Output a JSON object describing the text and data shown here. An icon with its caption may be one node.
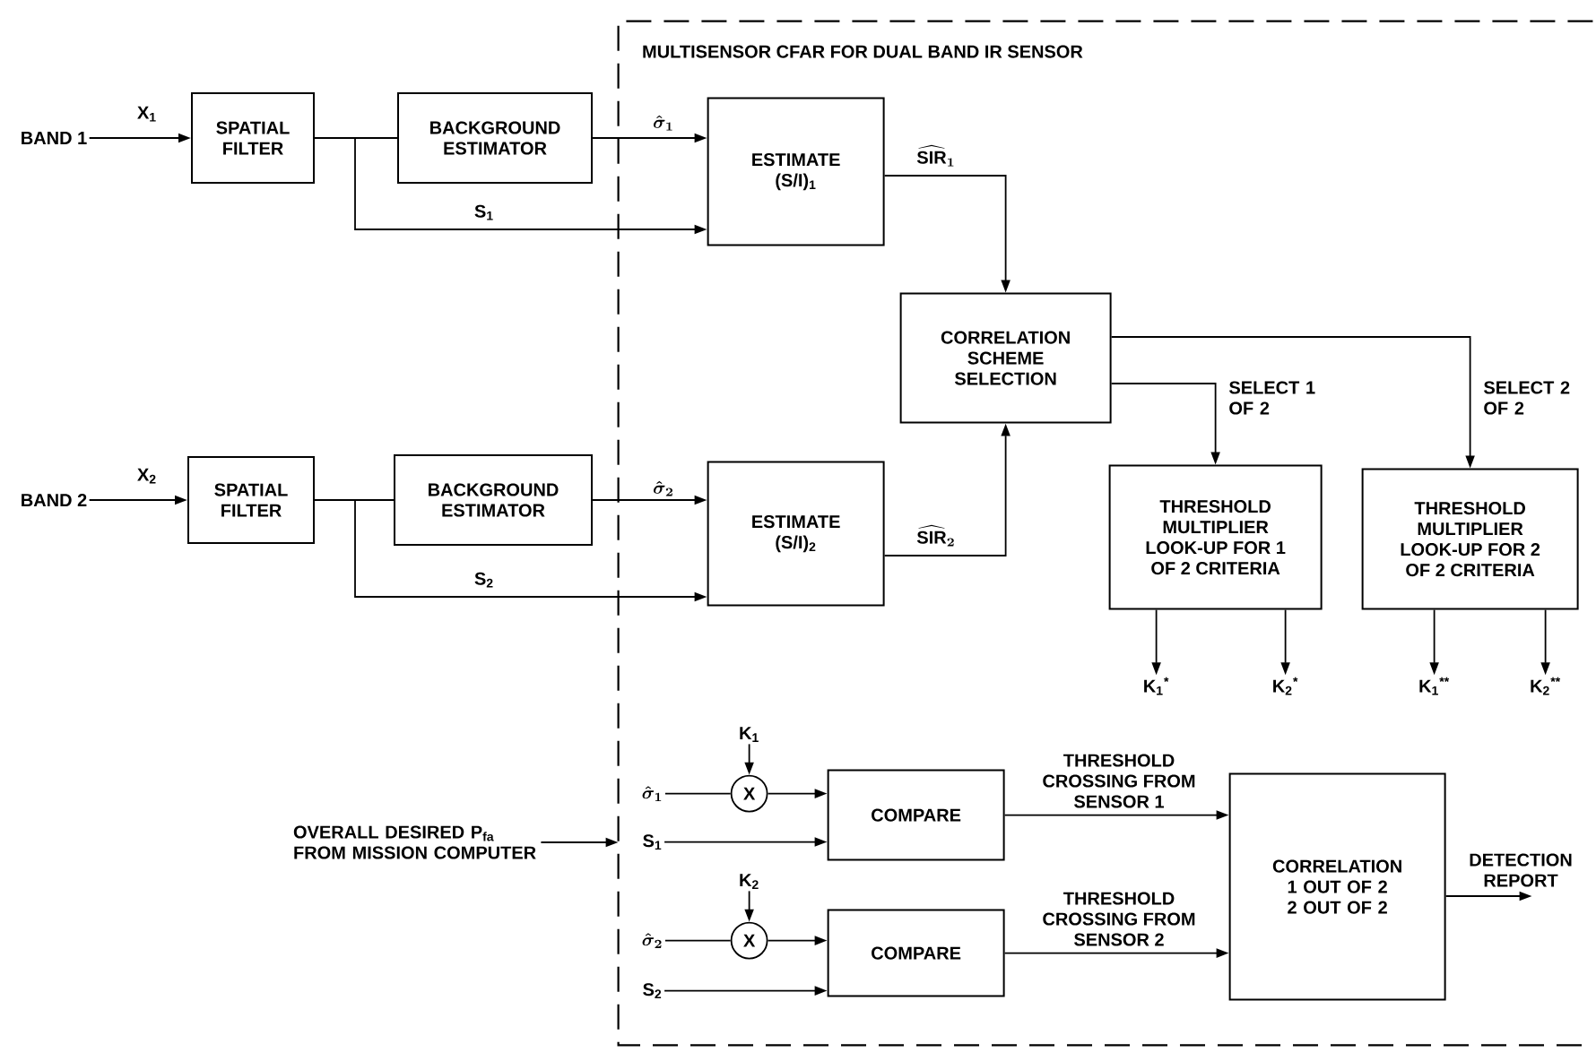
{
  "diagram": {
    "nodes": [
      {
        "text": [
          "MULTISENSOR CFAR FOR DUAL BAND IR SENSOR"
        ]
      },
      {
        "text": [
          "BAND 1"
        ]
      },
      {
        "text": [
          "SPATIAL FILTER"
        ]
      },
      {
        "text": [
          "BACKGROUND ESTIMATOR"
        ]
      },
      {
        "text": [
          "ESTIMATE (S/I)$_{1}$"
        ],
        "in": 0
      },
      {
        "text": [
          "CORRELATION SCHEME SELECTION"
        ],
        "in": 0
      },
      {
        "text": [
          "BAND 2"
        ]
      },
      {
        "text": [
          "SPATIAL FILTER"
        ]
      },
      {
        "text": [
          "BACKGROUND ESTIMATOR"
        ]
      },
      {
        "text": [
          "ESTIMATE (S/I)$_{2}$"
        ],
        "in": 0
      },
      {
        "text": [
          "THRESHOLD MULTIPLIER LOOK-UP FOR 1 OF 2 CRITERIA"
        ],
        "in": 0
      },
      {
        "text": [
          "THRESHOLD MULTIPLIER LOOK-UP FOR 2 OF 2 CRITERIA"
        ],
        "in": 0
      },
      {
        "text": [
          "K$_{1}$$^{*}$"
        ],
        "in": 0
      },
      {
        "text": [
          "K$_{2}$$^{*}$"
        ],
        "in": 0
      },
      {
        "text": [
          "K$_{1}$$^{**}$"
        ],
        "in": 0
      },
      {
        "text": [
          "K$_{2}$$^{**}$"
        ],
        "in": 0
      },
      {
        "text": [
          "OVERALL DESIRED P$_{fa}$ FROM MISSION COMPUTER"
        ]
      },
      {
        "text": [
          "X"
        ],
        "in": 0
      },
      {
        "text": [
          "K$_{1}$"
        ],
        "in": 0
      },
      {
        "text": [
          "\\hat{\\sigma}_{1}"
        ],
        "in": 0
      },
      {
        "text": [
          "S$_{1}$"
        ],
        "in": 0
      },
      {
        "text": [
          "COMPARE"
        ],
        "in": 0
      },
      {
        "text": [
          "X"
        ],
        "in": 0
      },
      {
        "text": [
          "K$_{2}$"
        ],
        "in": 0
      },
      {
        "text": [
          "\\hat{\\sigma}_{2}"
        ],
        "in": 0
      },
      {
        "text": [
          "S$_{2}$"
        ],
        "in": 0
      },
      {
        "text": [
          "COMPARE"
        ],
        "in": 0
      },
      {
        "text": [
          "CORRELATION 1 OUT OF 2 2 OUT OF 2"
        ],
        "in": 0
      }
    ],
    "edges": [
      {
        "from": 1,
        "to": 2,
        "arrow": "to",
        "label": "X$_{1}$"
      },
      {
        "from": 2,
        "to": 3,
        "arrow": "none"
      },
      {
        "from": 2,
        "to": 4,
        "arrow": "to",
        "label": "S$_{1}$"
      },
      {
        "from": 3,
        "to": 4,
        "arrow": "to",
        "label": "\\hat{\\sigma}_{1}"
      },
      {
        "from": 4,
        "to": 5,
        "arrow": "to",
        "label": "\\widehat{\\mathrm{SIR}}_{1}"
      },
      {
        "from": 9,
        "to": 5,
        "arrow": "to",
        "label": "\\widehat{\\mathrm{SIR}}_{2}"
      },
      {
        "from": 5,
        "to": 10,
        "arrow": "to",
        "label": "SELECT 1 OF 2"
      },
      {
        "from": 5,
        "to": 11,
        "arrow": "to",
        "label": "SELECT 2 OF 2"
      },
      {
        "from": 10,
        "to": 12,
        "arrow": "to"
      },
      {
        "from": 10,
        "to": 13,
        "arrow": "to"
      },
      {
        "from": 11,
        "to": 14,
        "arrow": "to"
      },
      {
        "from": 11,
        "to": 15,
        "arrow": "to"
      },
      {
        "from": 6,
        "to": 7,
        "arrow": "to",
        "label": "X$_{2}$"
      },
      {
        "from": 7,
        "to": 8,
        "arrow": "none"
      },
      {
        "from": 7,
        "to": 9,
        "arrow": "to",
        "label": "S$_{2}$"
      },
      {
        "from": 8,
        "to": 9,
        "arrow": "to",
        "label": "\\hat{\\sigma}_{2}"
      },
      {
        "from": 16,
        "to": 0,
        "arrow": "to"
      },
      {
        "from": 18,
        "to": 17,
        "arrow": "to"
      },
      {
        "from": 19,
        "to": 17,
        "arrow": "none"
      },
      {
        "from": 17,
        "to": 21,
        "arrow": "to"
      },
      {
        "from": 20,
        "to": 21,
        "arrow": "to"
      },
      {
        "from": 23,
        "to": 22,
        "arrow": "to"
      },
      {
        "from": 24,
        "to": 22,
        "arrow": "none"
      },
      {
        "from": 22,
        "to": 26,
        "arrow": "to"
      },
      {
        "from": 25,
        "to": 26,
        "arrow": "to"
      },
      {
        "from": 21,
        "to": 27,
        "arrow": "to",
        "label": "THRESHOLD CROSSING FROM SENSOR 1"
      },
      {
        "from": 26,
        "to": 27,
        "arrow": "to",
        "label": "THRESHOLD CROSSING FROM SENSOR 2"
      },
      {
        "from": 27,
        "to": null,
        "arrow": "to",
        "label": "DETECTION REPORT"
      }
    ]
  }
}
